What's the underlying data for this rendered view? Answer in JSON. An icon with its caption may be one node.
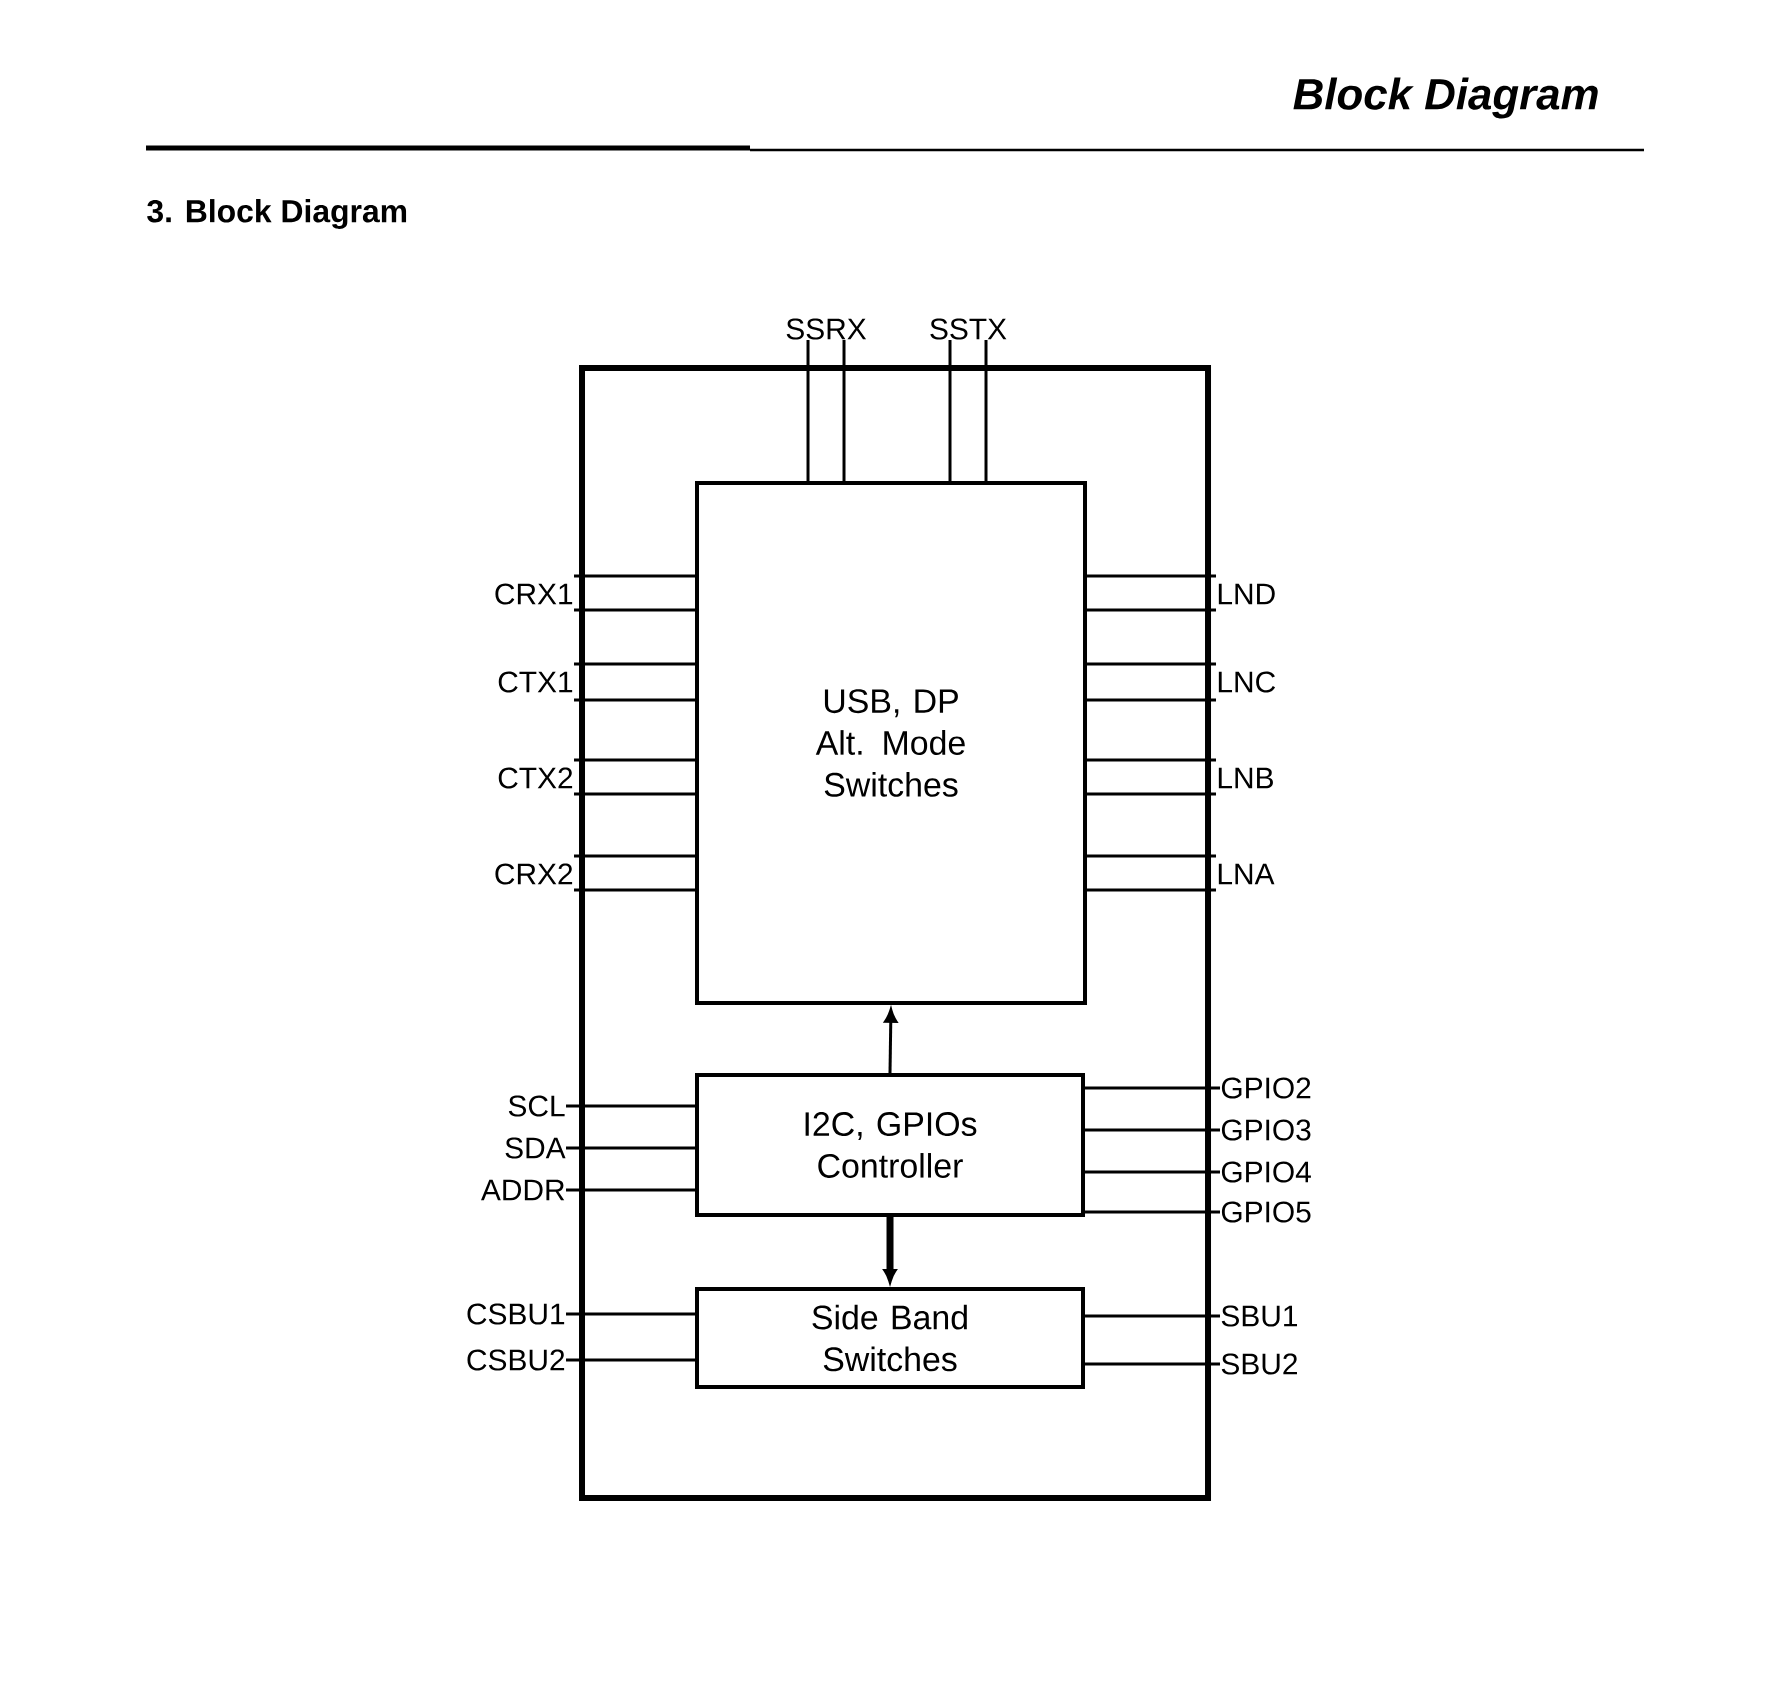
{
  "diagram": {
    "title": "Block Diagram",
    "nodes": [
      {
        "text": [],
        "shape": "box"
      },
      {
        "text": [
          "USB, DP Alt. Mode Switches"
        ],
        "in": 0
      },
      {
        "text": [
          "I2C, GPIOs Controller"
        ],
        "in": 0
      },
      {
        "text": [
          "Side Band Switches"
        ],
        "in": 0
      },
      {
        "text": [
          "SSRX"
        ]
      },
      {
        "text": [
          "SSTX"
        ]
      },
      {
        "text": [
          "CRX1"
        ]
      },
      {
        "text": [
          "CTX1"
        ]
      },
      {
        "text": [
          "CTX2"
        ]
      },
      {
        "text": [
          "CRX2"
        ]
      },
      {
        "text": [
          "LND"
        ]
      },
      {
        "text": [
          "LNC"
        ]
      },
      {
        "text": [
          "LNB"
        ]
      },
      {
        "text": [
          "LNA"
        ]
      },
      {
        "text": [
          "SCL"
        ]
      },
      {
        "text": [
          "SDA"
        ]
      },
      {
        "text": [
          "ADDR"
        ]
      },
      {
        "text": [
          "GPIO2"
        ]
      },
      {
        "text": [
          "GPIO3"
        ]
      },
      {
        "text": [
          "GPIO4"
        ]
      },
      {
        "text": [
          "GPIO5"
        ]
      },
      {
        "text": [
          "CSBU1"
        ]
      },
      {
        "text": [
          "CSBU2"
        ]
      },
      {
        "text": [
          "SBU1"
        ]
      },
      {
        "text": [
          "SBU2"
        ]
      }
    ],
    "edges": [
      {
        "from": 4,
        "to": 1,
        "arrow": "none"
      },
      {
        "from": 4,
        "to": 1,
        "arrow": "none"
      },
      {
        "from": 5,
        "to": 1,
        "arrow": "none"
      },
      {
        "from": 5,
        "to": 1,
        "arrow": "none"
      },
      {
        "from": 6,
        "to": 1,
        "arrow": "none"
      },
      {
        "from": 6,
        "to": 1,
        "arrow": "none"
      },
      {
        "from": 7,
        "to": 1,
        "arrow": "none"
      },
      {
        "from": 7,
        "to": 1,
        "arrow": "none"
      },
      {
        "from": 8,
        "to": 1,
        "arrow": "none"
      },
      {
        "from": 8,
        "to": 1,
        "arrow": "none"
      },
      {
        "from": 9,
        "to": 1,
        "arrow": "none"
      },
      {
        "from": 9,
        "to": 1,
        "arrow": "none"
      },
      {
        "from": 10,
        "to": 1,
        "arrow": "none"
      },
      {
        "from": 10,
        "to": 1,
        "arrow": "none"
      },
      {
        "from": 11,
        "to": 1,
        "arrow": "none"
      },
      {
        "from": 11,
        "to": 1,
        "arrow": "none"
      },
      {
        "from": 12,
        "to": 1,
        "arrow": "none"
      },
      {
        "from": 12,
        "to": 1,
        "arrow": "none"
      },
      {
        "from": 13,
        "to": 1,
        "arrow": "none"
      },
      {
        "from": 13,
        "to": 1,
        "arrow": "none"
      },
      {
        "from": 14,
        "to": 2,
        "arrow": "none"
      },
      {
        "from": 15,
        "to": 2,
        "arrow": "none"
      },
      {
        "from": 16,
        "to": 2,
        "arrow": "none"
      },
      {
        "from": 17,
        "to": 2,
        "arrow": "none"
      },
      {
        "from": 18,
        "to": 2,
        "arrow": "none"
      },
      {
        "from": 19,
        "to": 2,
        "arrow": "none"
      },
      {
        "from": 20,
        "to": 2,
        "arrow": "none"
      },
      {
        "from": 21,
        "to": 3,
        "arrow": "none"
      },
      {
        "from": 22,
        "to": 3,
        "arrow": "none"
      },
      {
        "from": 23,
        "to": 3,
        "arrow": "none"
      },
      {
        "from": 24,
        "to": 3,
        "arrow": "none"
      },
      {
        "from": 2,
        "to": 1,
        "arrow": "to"
      },
      {
        "from": 2,
        "to": 3,
        "arrow": "to",
        "style": "thick"
      }
    ],
    "labels": [
      "3.  Block Diagram"
    ]
  }
}
